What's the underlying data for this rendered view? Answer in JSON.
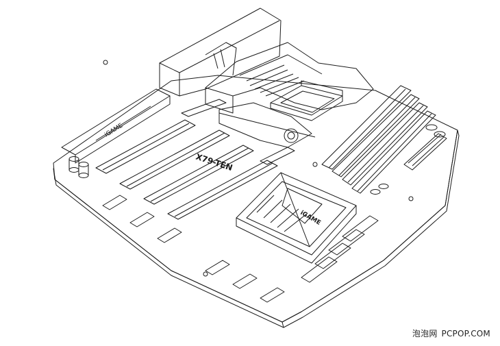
{
  "image": {
    "subject": "Motherboard line-art illustration",
    "board_labels": {
      "io_shroud_brand": "iGAME",
      "chipset_heatsink_brand": "iGAME",
      "center_logo": "X79-TEN"
    }
  },
  "watermark": {
    "site_cn": "泡泡网",
    "site_en": "PCPOP.COM"
  },
  "colors": {
    "line": "#1a1a1a",
    "background": "#ffffff"
  }
}
